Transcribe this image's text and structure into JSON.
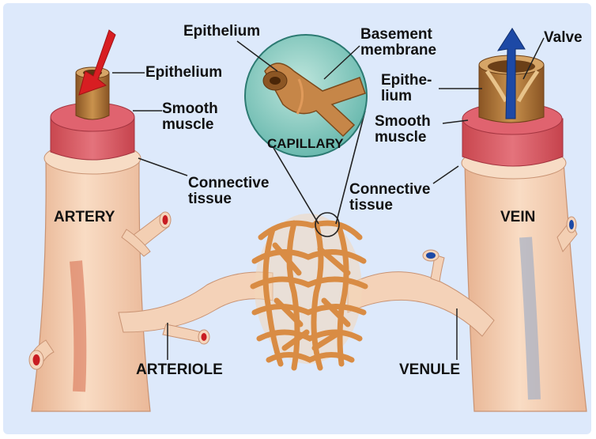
{
  "colors": {
    "background": "#dde9fb",
    "vessel_skin": "#f6d6bd",
    "vessel_shadow": "#e9b898",
    "muscle": "#d95e6a",
    "epithelium": "#b97d39",
    "capillary": "#e09a52",
    "artery_arrow": "#d81e22",
    "vein_arrow": "#1d49a6",
    "capillary_circle": "#3e9b92"
  },
  "labels": {
    "artery": "ARTERY",
    "vein": "VEIN",
    "arteriole": "ARTERIOLE",
    "venule": "VENULE",
    "capillary": "CAPILLARY",
    "artery_epithelium": "Epithelium",
    "artery_smooth_muscle": [
      "Smooth",
      "muscle"
    ],
    "artery_connective_tissue": [
      "Connective",
      "tissue"
    ],
    "capillary_epithelium": "Epithelium",
    "basement_membrane": [
      "Basement",
      "membrane"
    ],
    "valve": "Valve",
    "vein_epithelium": [
      "Epithe-",
      "lium"
    ],
    "vein_smooth_muscle": [
      "Smooth",
      "muscle"
    ],
    "vein_connective_tissue": [
      "Connective",
      "tissue"
    ]
  }
}
